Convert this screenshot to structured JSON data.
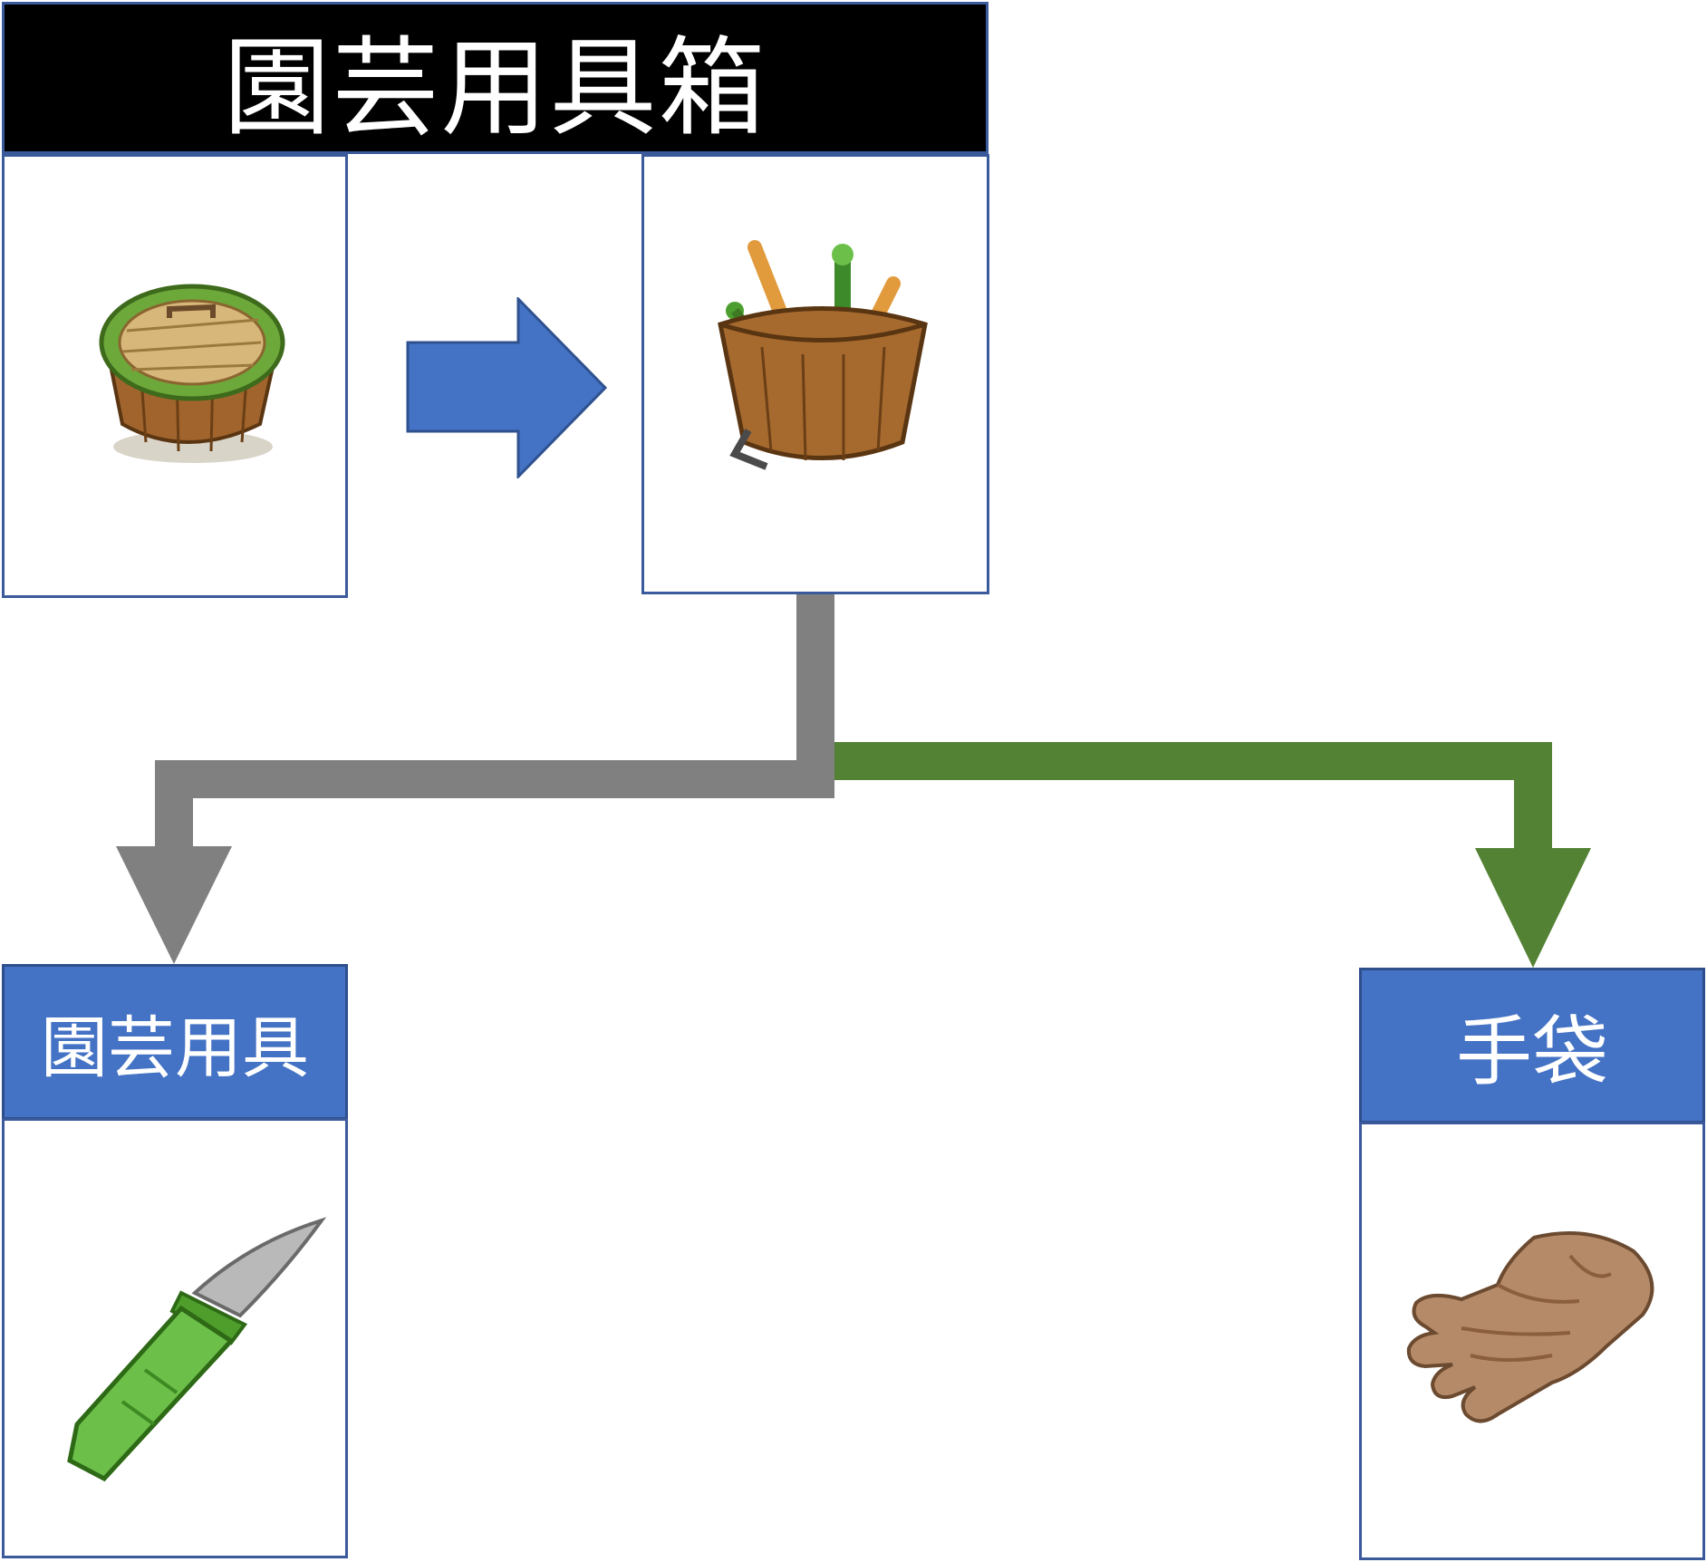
{
  "diagram": {
    "title": "園芸用具箱",
    "nodes": [
      {
        "id": "closed-bucket",
        "icon": "closed-bucket-icon"
      },
      {
        "id": "open-toolbox",
        "icon": "garden-tool-bucket-icon"
      },
      {
        "id": "garden-tools",
        "label": "園芸用具",
        "icon": "pruning-knife-icon"
      },
      {
        "id": "gloves",
        "label": "手袋",
        "icon": "glove-icon"
      }
    ],
    "colors": {
      "title_bg": "#000000",
      "label_bg": "#4472c4",
      "border": "#3a5a9c",
      "arrow_blue": "#4472c4",
      "branch_gray": "#808080",
      "branch_green": "#548235"
    }
  }
}
